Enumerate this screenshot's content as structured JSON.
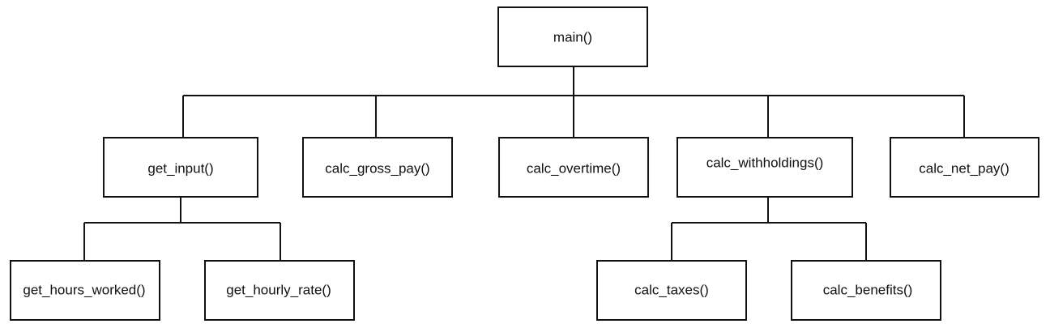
{
  "diagram": {
    "nodes": {
      "main": "main()",
      "get_input": "get_input()",
      "calc_gross_pay": "calc_gross_pay()",
      "calc_overtime": "calc_overtime()",
      "calc_withholdings": "calc_withholdings()",
      "calc_net_pay": "calc_net_pay()",
      "get_hours_worked": "get_hours_worked()",
      "get_hourly_rate": "get_hourly_rate()",
      "calc_taxes": "calc_taxes()",
      "calc_benefits": "calc_benefits()"
    },
    "edges": [
      [
        "main",
        "get_input"
      ],
      [
        "main",
        "calc_gross_pay"
      ],
      [
        "main",
        "calc_overtime"
      ],
      [
        "main",
        "calc_withholdings"
      ],
      [
        "main",
        "calc_net_pay"
      ],
      [
        "get_input",
        "get_hours_worked"
      ],
      [
        "get_input",
        "get_hourly_rate"
      ],
      [
        "calc_withholdings",
        "calc_taxes"
      ],
      [
        "calc_withholdings",
        "calc_benefits"
      ]
    ]
  }
}
